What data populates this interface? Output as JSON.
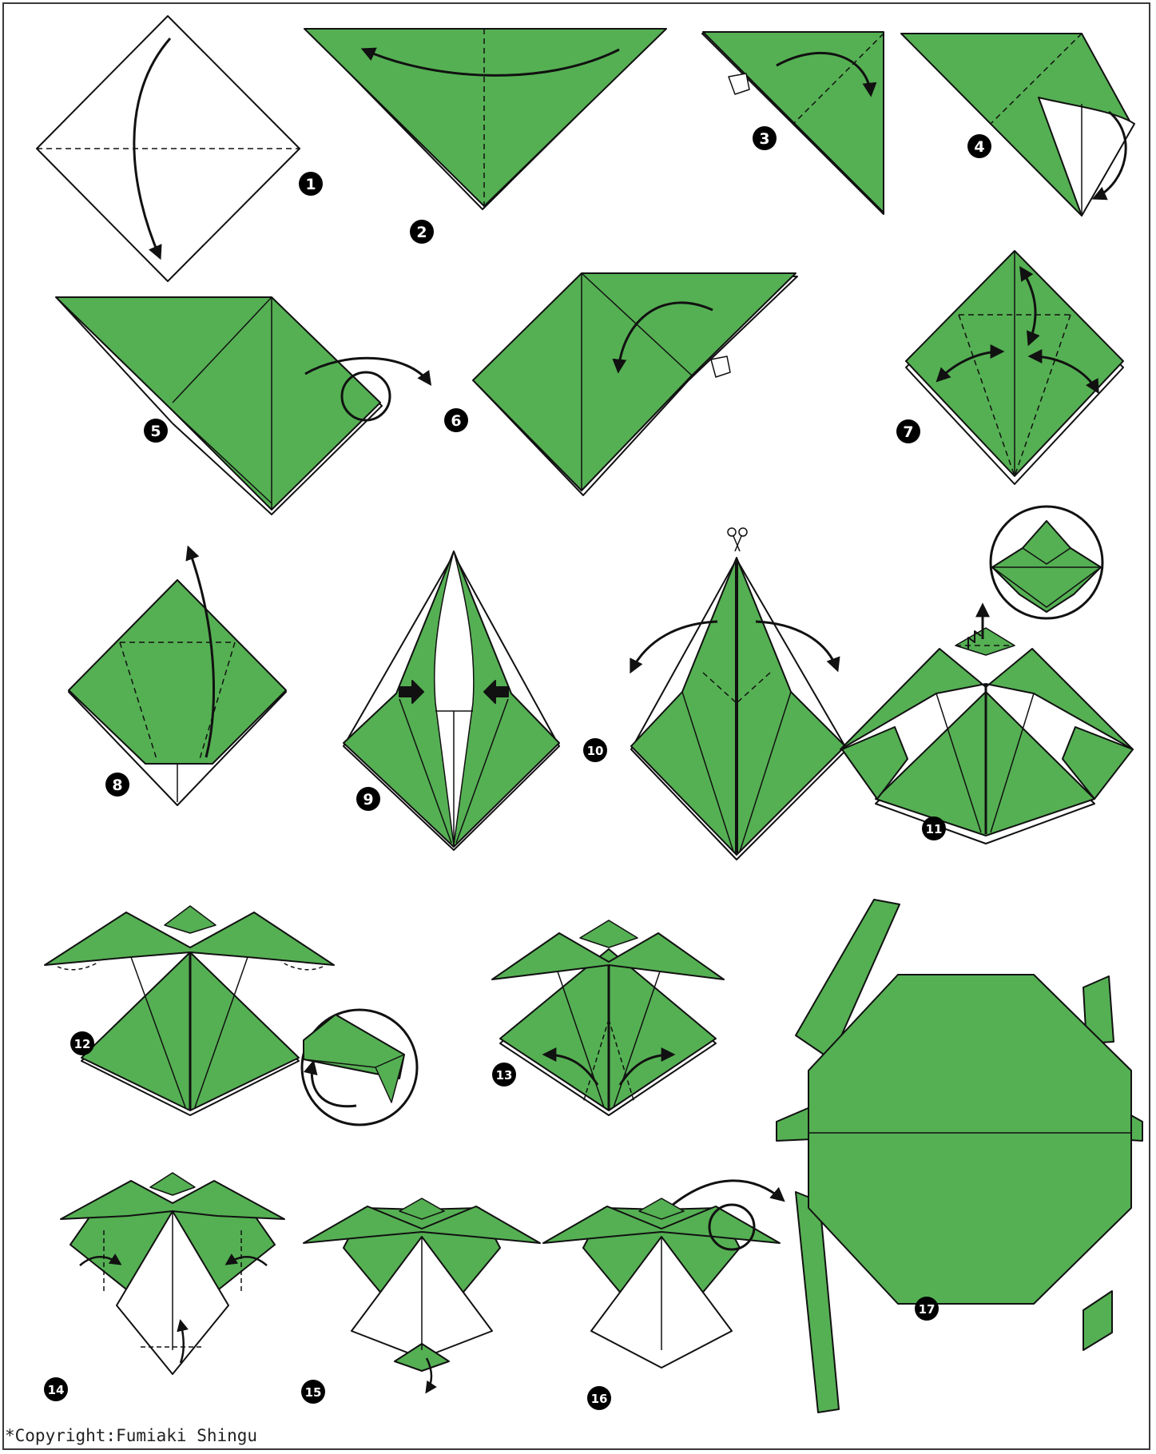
{
  "colors": {
    "paper_green": "#55b053",
    "outline": "#111111",
    "paper_white": "#ffffff"
  },
  "steps": [
    {
      "label": "1"
    },
    {
      "label": "2"
    },
    {
      "label": "3"
    },
    {
      "label": "4"
    },
    {
      "label": "5"
    },
    {
      "label": "6"
    },
    {
      "label": "7"
    },
    {
      "label": "8"
    },
    {
      "label": "9"
    },
    {
      "label": "10"
    },
    {
      "label": "11"
    },
    {
      "label": "12"
    },
    {
      "label": "13"
    },
    {
      "label": "14"
    },
    {
      "label": "15"
    },
    {
      "label": "16"
    },
    {
      "label": "17"
    }
  ],
  "icons": {
    "scissors": "scissors-icon"
  },
  "copyright": "*Copyright:Fumiaki Shingu"
}
